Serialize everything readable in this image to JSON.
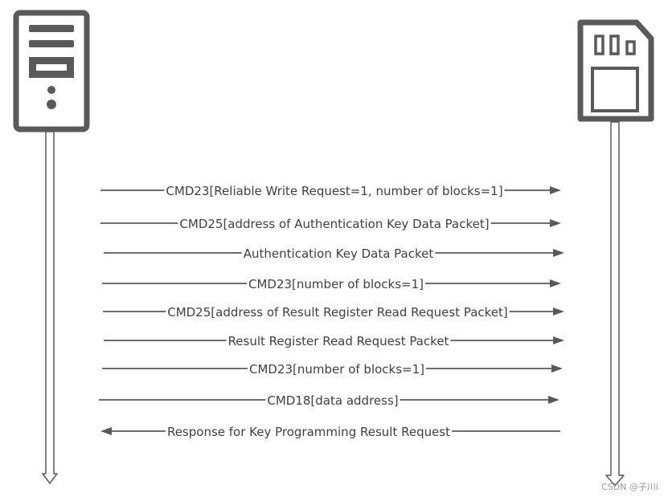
{
  "colors": {
    "stroke": "#5a5a5a",
    "text": "#404040",
    "background": "#ffffff"
  },
  "participants": [
    {
      "name": "host",
      "icon": "computer-tower-icon"
    },
    {
      "name": "device",
      "icon": "sd-card-icon"
    }
  ],
  "messages": [
    {
      "label": "CMD23[Reliable Write Request=1, number of blocks=1]",
      "direction": "right"
    },
    {
      "label": "CMD25[address of Authentication Key Data Packet]",
      "direction": "right"
    },
    {
      "label": "Authentication Key Data Packet",
      "direction": "right"
    },
    {
      "label": "CMD23[number of blocks=1]",
      "direction": "right"
    },
    {
      "label": "CMD25[address of Result Register Read Request Packet]",
      "direction": "right"
    },
    {
      "label": "Result Register Read Request Packet",
      "direction": "right"
    },
    {
      "label": "CMD23[number of blocks=1]",
      "direction": "right"
    },
    {
      "label": "CMD18[data address]",
      "direction": "right"
    },
    {
      "label": "Response for Key Programming Result Request",
      "direction": "left"
    }
  ],
  "watermark": "CSDN @子川i"
}
